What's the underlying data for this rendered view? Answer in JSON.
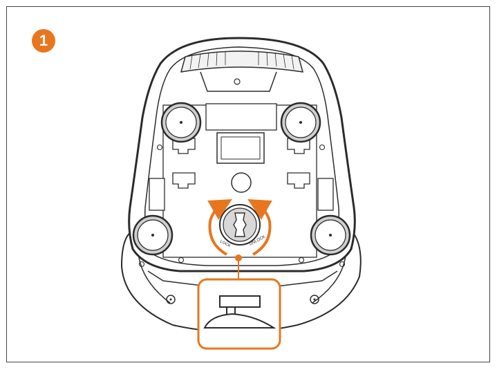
{
  "step": {
    "number": "1"
  },
  "dial": {
    "lock_label": "LOCK",
    "unlock_label": "UNLOCK"
  },
  "colors": {
    "accent": "#e8761f",
    "line": "#2b2b2b",
    "body_fill": "#ffffff",
    "shadow": "#cfcfcf"
  }
}
